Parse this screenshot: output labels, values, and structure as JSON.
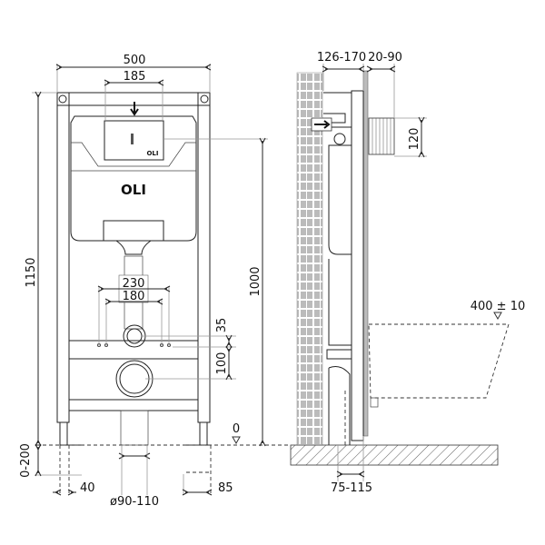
{
  "title": "Wall-hung WC installation frame dimensions",
  "brand_logo": "OLI",
  "front_view": {
    "width": "500",
    "flush_plate_width": "185",
    "total_height": "1150",
    "flush_plate_height": "1000",
    "fixing_outer": "230",
    "fixing_inner": "180",
    "inlet_offset": "35",
    "outlet_offset": "100",
    "floor_level": "0",
    "leg_adjust": "0-200",
    "foot_width": "40",
    "outlet_diameter": "ø90-110",
    "foot_depth": "85"
  },
  "side_view": {
    "frame_depth": "126-170",
    "wall_finish": "20-90",
    "inspection_height": "120",
    "bowl_height": "400 ± 10",
    "outlet_depth": "75-115"
  }
}
